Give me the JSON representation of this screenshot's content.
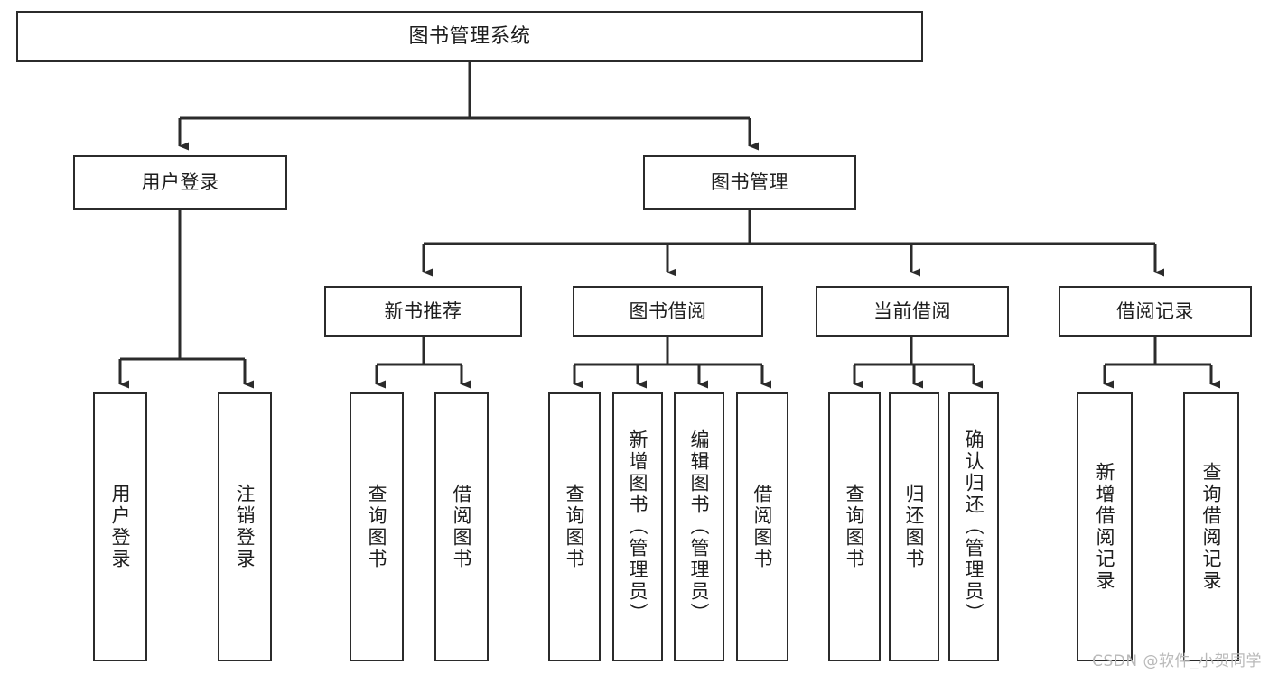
{
  "diagram": {
    "title": "图书管理系统",
    "type": "tree",
    "watermark": "CSDN @软件_小贺同学",
    "colors": {
      "stroke": "#2b2b2b",
      "fill": "#ffffff",
      "text": "#1d1d1d",
      "watermark": "#b9b9b9"
    }
  },
  "nodes": {
    "root": {
      "label": "图书管理系统"
    },
    "level2": [
      {
        "id": "user-login",
        "label": "用户登录"
      },
      {
        "id": "book-management",
        "label": "图书管理"
      }
    ],
    "level3": [
      {
        "id": "new-book-recommend",
        "label": "新书推荐"
      },
      {
        "id": "book-borrow",
        "label": "图书借阅"
      },
      {
        "id": "current-borrow",
        "label": "当前借阅"
      },
      {
        "id": "borrow-record",
        "label": "借阅记录"
      }
    ],
    "leaves": [
      {
        "id": "leaf-user-login",
        "label": "用户登录"
      },
      {
        "id": "leaf-logout-login",
        "label": "注销登录"
      },
      {
        "id": "leaf-query-book-1",
        "label": "查询图书"
      },
      {
        "id": "leaf-borrow-book-1",
        "label": "借阅图书"
      },
      {
        "id": "leaf-query-book-2",
        "label": "查询图书"
      },
      {
        "id": "leaf-add-book",
        "label": "新增图书（管理员）"
      },
      {
        "id": "leaf-edit-book",
        "label": "编辑图书（管理员）"
      },
      {
        "id": "leaf-borrow-book-2",
        "label": "借阅图书"
      },
      {
        "id": "leaf-query-book-3",
        "label": "查询图书"
      },
      {
        "id": "leaf-return-book",
        "label": "归还图书"
      },
      {
        "id": "leaf-confirm-return",
        "label": "确认归还（管理员）"
      },
      {
        "id": "leaf-add-record",
        "label": "新增借阅记录"
      },
      {
        "id": "leaf-query-record",
        "label": "查询借阅记录"
      }
    ]
  }
}
